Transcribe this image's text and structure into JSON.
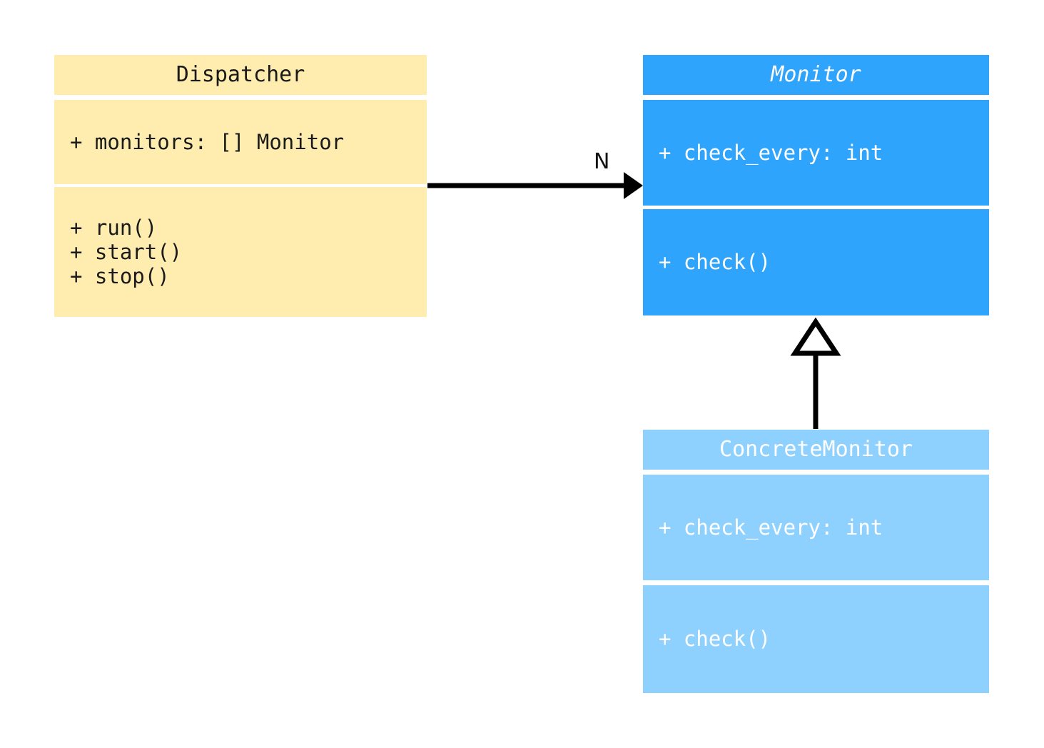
{
  "diagram": {
    "kind": "uml-class-diagram",
    "background": "#ffffff",
    "classes": [
      {
        "id": "dispatcher",
        "name": "Dispatcher",
        "abstract": false,
        "fill": "#ffecaf",
        "text_color": "#1a1a1a",
        "attributes": [
          "+ monitors: [] Monitor"
        ],
        "methods": [
          "+ run()",
          "+ start()",
          "+ stop()"
        ]
      },
      {
        "id": "monitor",
        "name": "Monitor",
        "abstract": true,
        "fill": "#2fa4fc",
        "text_color": "#ffffff",
        "attributes": [
          "+ check_every: int"
        ],
        "methods": [
          "+ check()"
        ]
      },
      {
        "id": "concretemonitor",
        "name": "ConcreteMonitor",
        "abstract": false,
        "fill": "#8fd1fe",
        "text_color": "#ffffff",
        "attributes": [
          "+ check_every: int"
        ],
        "methods": [
          "+ check()"
        ]
      }
    ],
    "edges": [
      {
        "id": "dispatcher-to-monitor",
        "type": "association",
        "from": "dispatcher",
        "to": "monitor",
        "label": "N",
        "arrow": "filled-arrowhead",
        "color": "#000000"
      },
      {
        "id": "concretemonitor-to-monitor",
        "type": "generalization",
        "from": "concretemonitor",
        "to": "monitor",
        "label": "",
        "arrow": "hollow-triangle",
        "color": "#000000"
      }
    ]
  }
}
